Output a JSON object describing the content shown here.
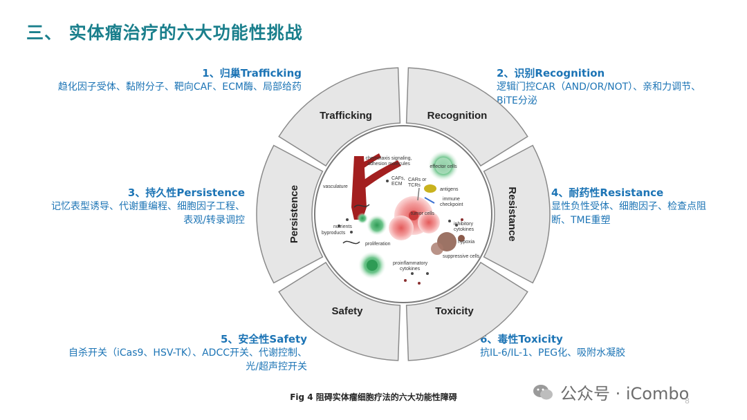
{
  "title": "三、 实体瘤治疗的六大功能性挑战",
  "blocks": {
    "trafficking": {
      "heading": "1、归巢Trafficking",
      "lines": [
        "趋化因子受体、黏附分子、靶向CAF、ECM酶、局部给药"
      ]
    },
    "recognition": {
      "heading": "2、识别Recognition",
      "lines": [
        "逻辑门控CAR（AND/OR/NOT）、亲和力调节、",
        "BiTE分泌"
      ]
    },
    "persistence": {
      "heading": "3、持久性Persistence",
      "lines": [
        "记忆表型诱导、代谢重编程、细胞因子工程、",
        "表观/转录调控"
      ]
    },
    "resistance": {
      "heading": "4、耐药性Resistance",
      "lines": [
        "显性负性受体、细胞因子、检查点阻",
        "断、TME重塑"
      ]
    },
    "safety": {
      "heading": "5、安全性Safety",
      "lines": [
        "自杀开关（iCas9、HSV-TK）、ADCC开关、代谢控制、",
        "光/超声控开关"
      ]
    },
    "toxicity": {
      "heading": "6、毒性Toxicity",
      "lines": [
        "抗IL-6/IL-1、PEG化、吸附水凝胶"
      ]
    }
  },
  "wheel": {
    "segments": {
      "trafficking": "Trafficking",
      "recognition": "Recognition",
      "resistance": "Resistance",
      "toxicity": "Toxicity",
      "safety": "Safety",
      "persistence": "Persistence"
    },
    "inner_labels": {
      "chemotaxis": [
        "chemotaxis signaling,",
        "adhesion molecules"
      ],
      "vasculature": "vasculature",
      "cafs": [
        "CAFs,",
        "ECM"
      ],
      "cars": [
        "CARs or",
        "TCRs"
      ],
      "effector": "effector cells",
      "antigens": "antigens",
      "checkpoint": [
        "immune",
        "checkpoint"
      ],
      "tumor": "tumor cells",
      "nutrients": "nutrients",
      "byproducts": "byproducts",
      "inhibitory": [
        "inhibitory",
        "cytokines"
      ],
      "hypoxia": "hypoxia",
      "proliferation": "proliferation",
      "suppressive": "suppressive cells",
      "proinflammatory": [
        "proinflammatory",
        "cytokines"
      ]
    },
    "colors": {
      "ring": "#e6e6e6",
      "ring_stroke": "#8a8a8a",
      "vessel": "#a31f1f",
      "tumor": "#f08585",
      "effector": "#2e9b55",
      "hypoxia": "#8b5a4a"
    }
  },
  "caption": "Fig 4 阻碍实体瘤细胞疗法的六大功能性障碍",
  "watermark": "公众号 · iCombo",
  "page_number": "8"
}
